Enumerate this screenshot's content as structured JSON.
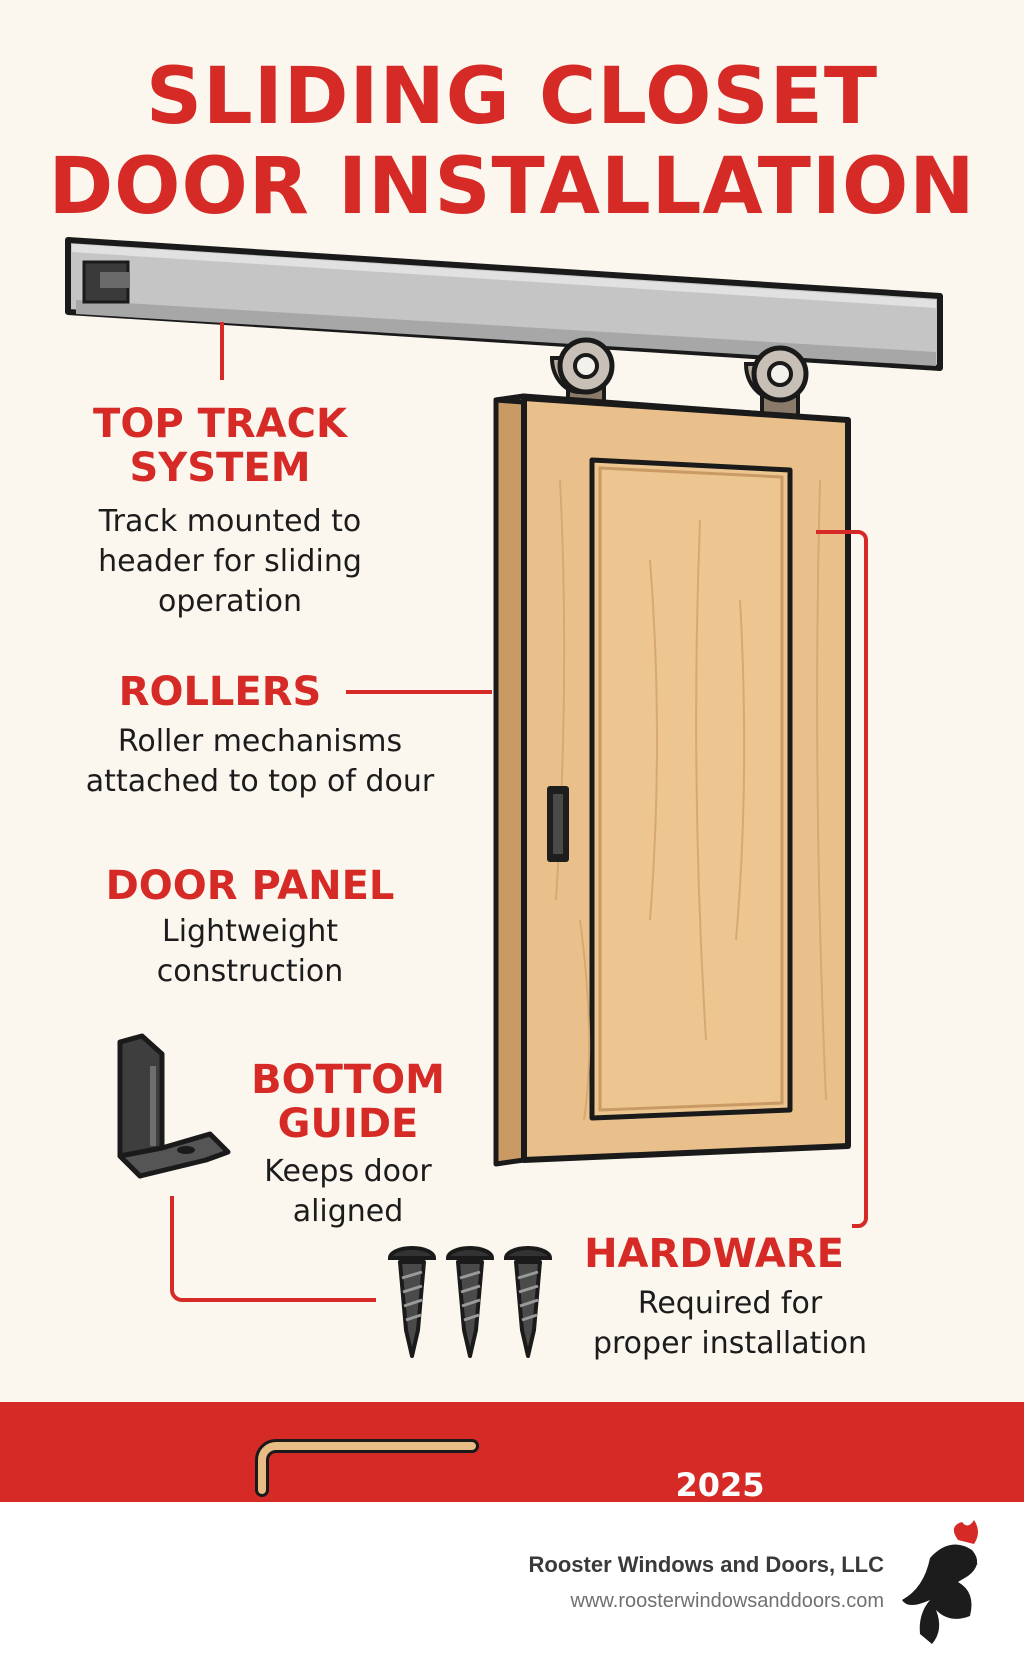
{
  "title": {
    "line1": "SLIDING CLOSET",
    "line2": "DOOR INSTALLATION"
  },
  "labels": {
    "top_track": {
      "heading_line1": "TOP TRACK",
      "heading_line2": "SYSTEM",
      "desc_line1": "Track mounted to",
      "desc_line2": "header for sliding",
      "desc_line3": "operation"
    },
    "rollers": {
      "heading": "ROLLERS",
      "desc_line1": "Roller mechanisms",
      "desc_line2": "attached to top of dour"
    },
    "door_panel": {
      "heading": "DOOR PANEL",
      "desc_line1": "Lightweight",
      "desc_line2": "construction"
    },
    "bottom_guide": {
      "heading_line1": "BOTTOM",
      "heading_line2": "GUIDE",
      "desc_line1": "Keeps door",
      "desc_line2": "aligned"
    },
    "hardware": {
      "heading": "HARDWARE",
      "desc_line1": "Required for",
      "desc_line2": "proper installation"
    }
  },
  "footer": {
    "year": "2025",
    "company": "Rooster Windows and Doors, LLC",
    "website": "www.roosterwindowsanddoors.com"
  },
  "colors": {
    "accent_red": "#d52a26",
    "background": "#fbf7ef",
    "door_wood": "#e9c08c",
    "track_gray": "#c4c4c4"
  },
  "icons": [
    "track-icon",
    "roller-icon",
    "door-icon",
    "bracket-icon",
    "screw-icon",
    "allen-key-icon",
    "rooster-logo-icon"
  ]
}
